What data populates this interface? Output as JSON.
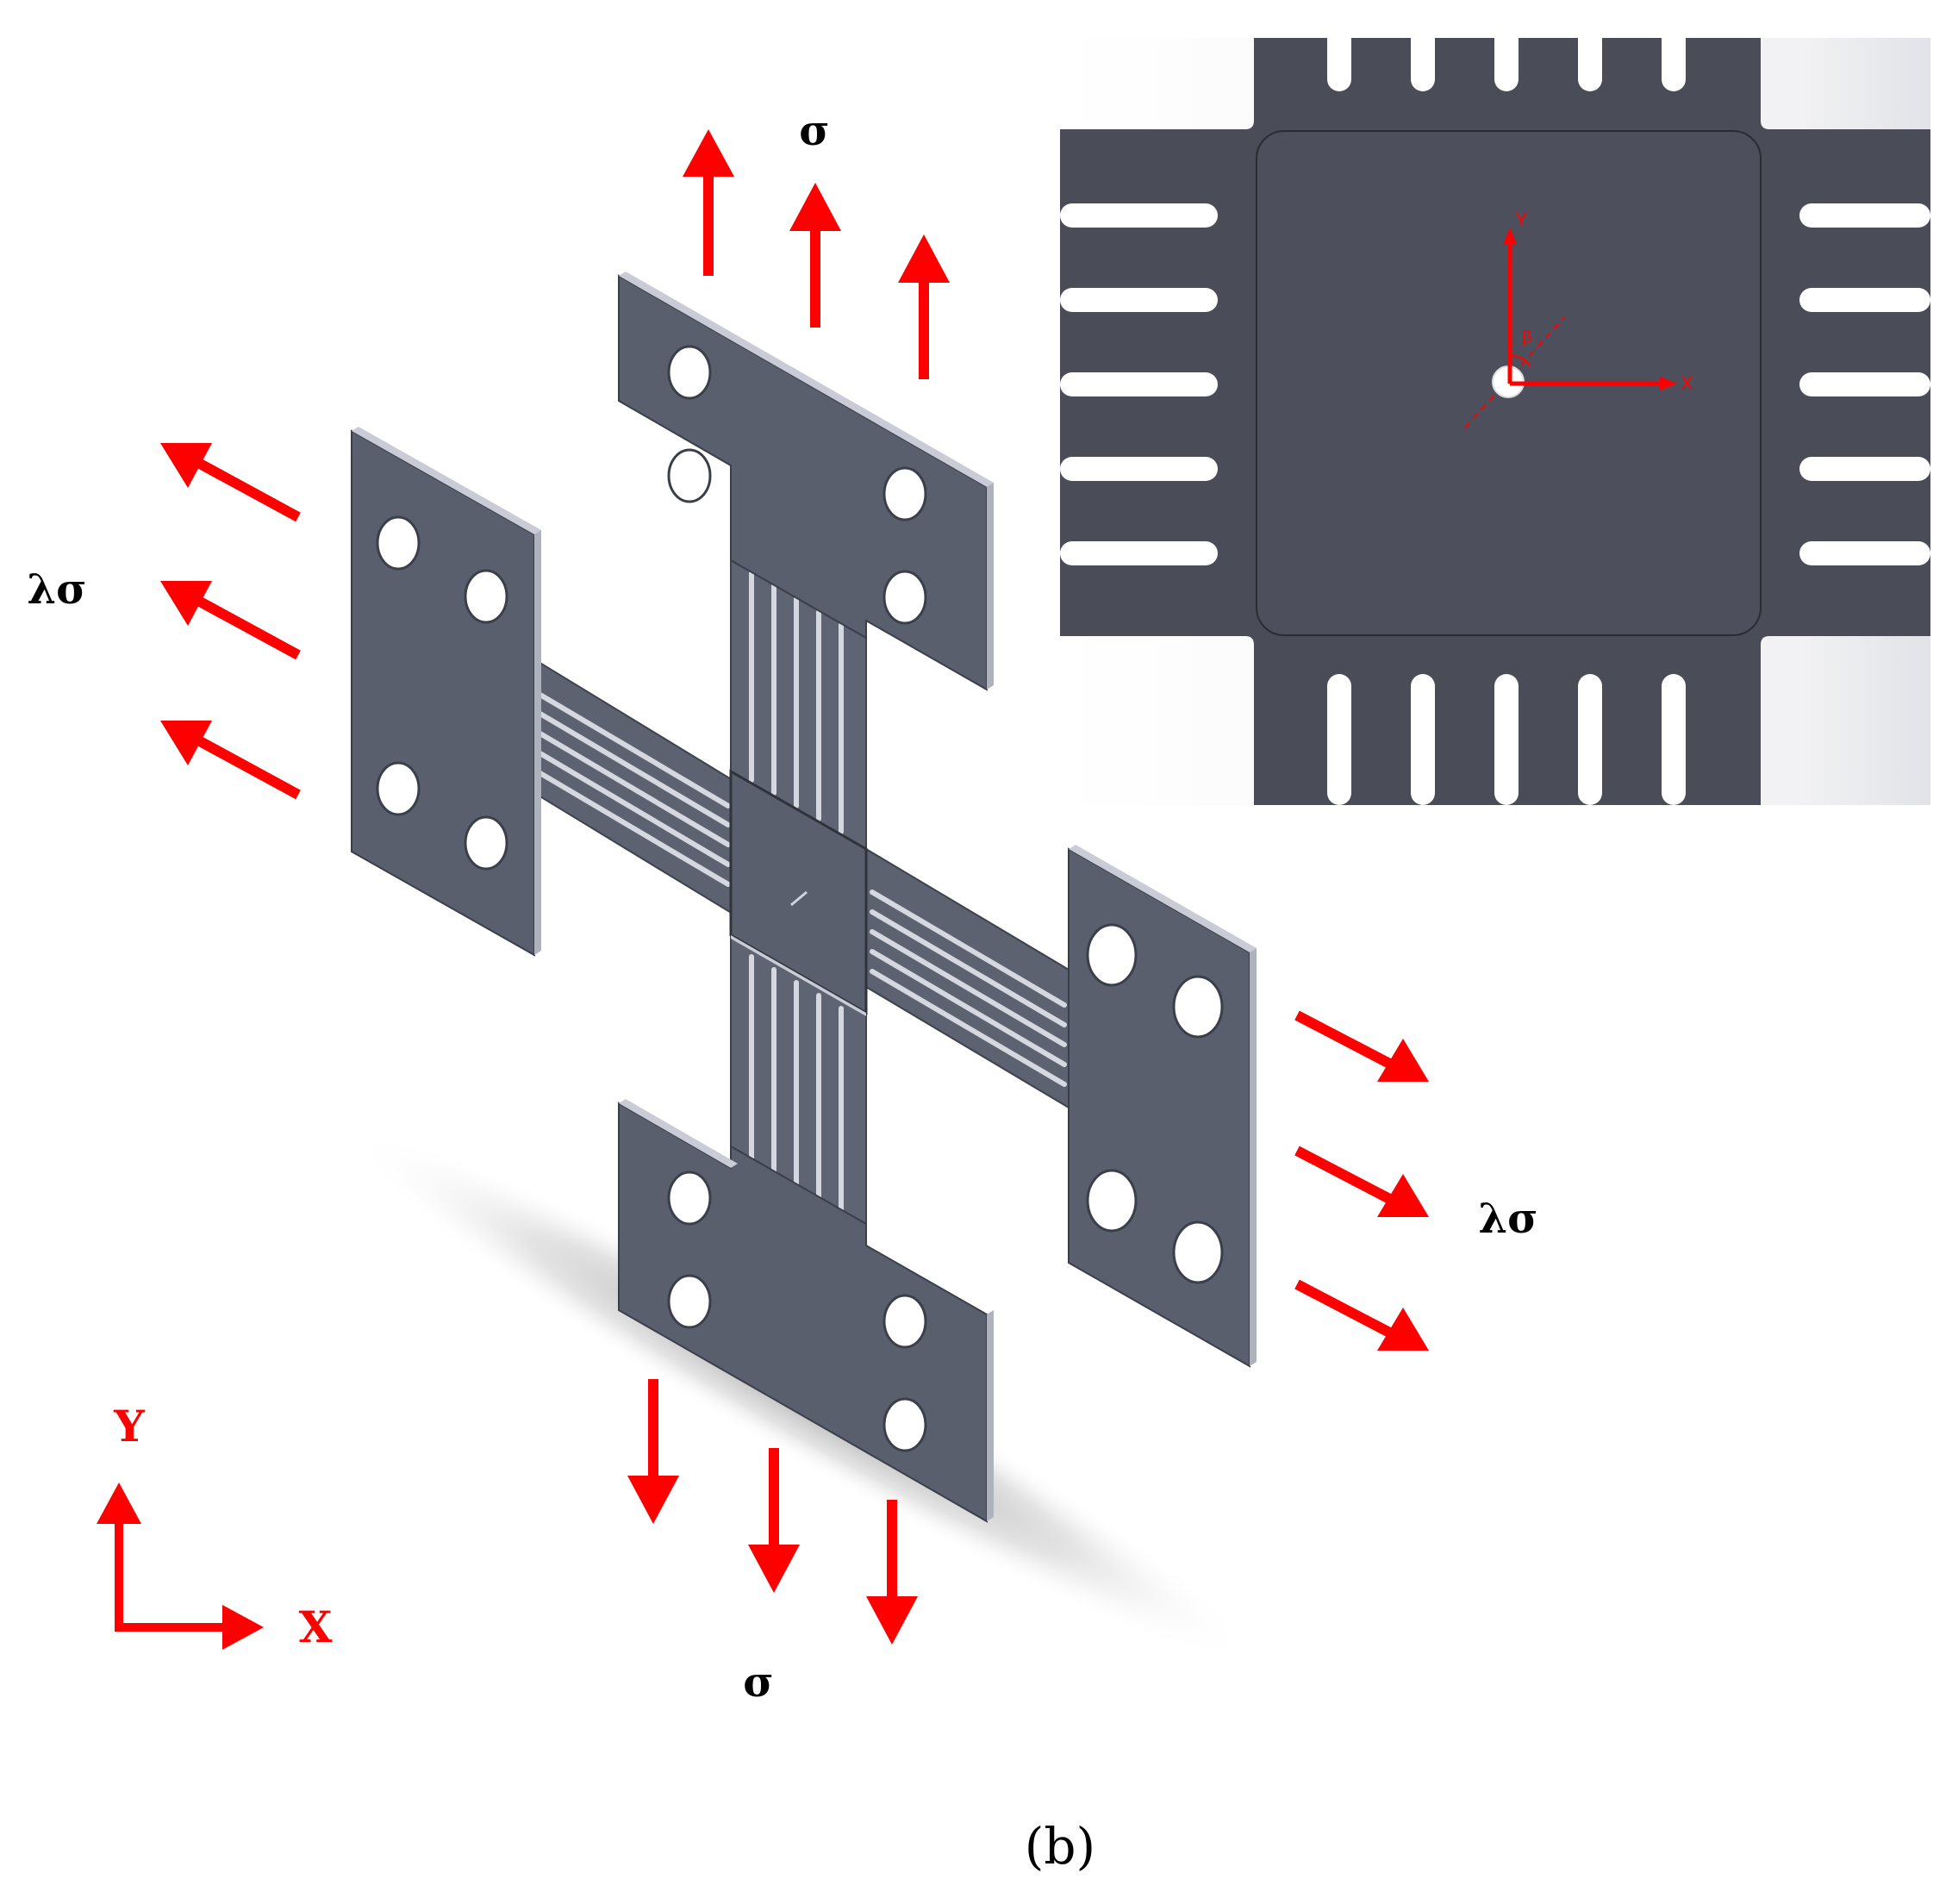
{
  "labels": {
    "sigma_top": "σ",
    "sigma_bottom": "σ",
    "lambda_sigma_left": "λσ",
    "lambda_sigma_right": "λσ",
    "axis_y": "Y",
    "axis_x": "X",
    "caption": "(b)"
  },
  "inset": {
    "axis_y": "Y",
    "axis_x": "X",
    "angle": "β"
  },
  "colors": {
    "arrow": "#ff0000",
    "specimen_face": "#5a5f6e",
    "specimen_edge": "#c9ccd6",
    "inset_plate": "#4a4d58",
    "background": "#ffffff"
  }
}
